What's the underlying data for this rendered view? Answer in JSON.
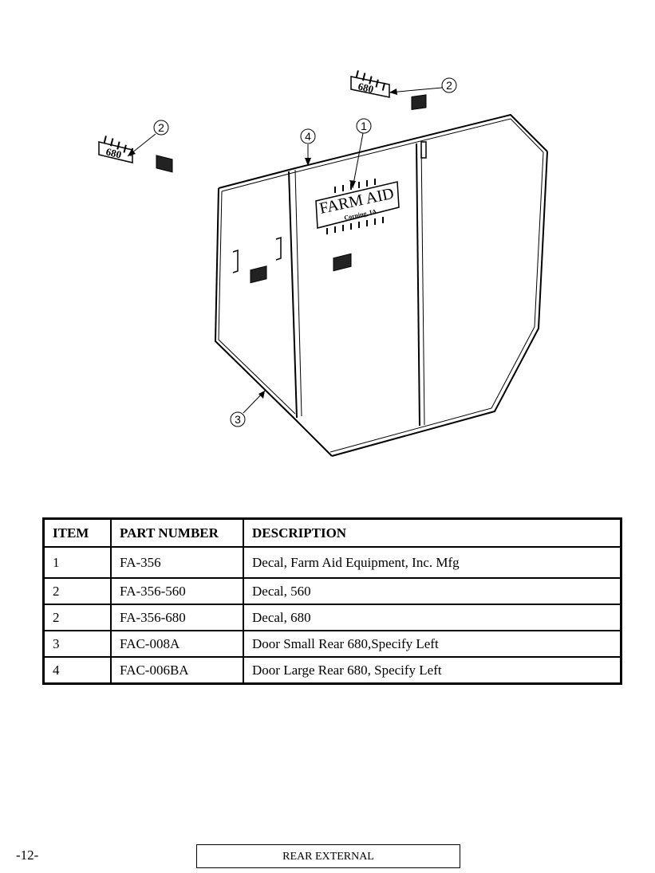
{
  "diagram": {
    "callouts": [
      "1",
      "2",
      "2",
      "3",
      "4"
    ],
    "logo": {
      "line1": "FARM AID",
      "line2": "Corning, IA"
    },
    "decal_680_text": "680"
  },
  "table": {
    "headers": {
      "item": "ITEM",
      "part": "PART NUMBER",
      "desc": "DESCRIPTION"
    },
    "rows": [
      {
        "item": "1",
        "part": "FA-356",
        "desc": "Decal, Farm Aid Equipment, Inc. Mfg"
      },
      {
        "item": "2",
        "part": "FA-356-560",
        "desc": "Decal, 560"
      },
      {
        "item": "2",
        "part": "FA-356-680",
        "desc": "Decal, 680"
      },
      {
        "item": "3",
        "part": "FAC-008A",
        "desc": "Door Small Rear 680,Specify Left"
      },
      {
        "item": "4",
        "part": "FAC-006BA",
        "desc": "Door Large Rear 680, Specify Left"
      }
    ]
  },
  "footer": {
    "page": "-12-",
    "title": "REAR EXTERNAL"
  }
}
